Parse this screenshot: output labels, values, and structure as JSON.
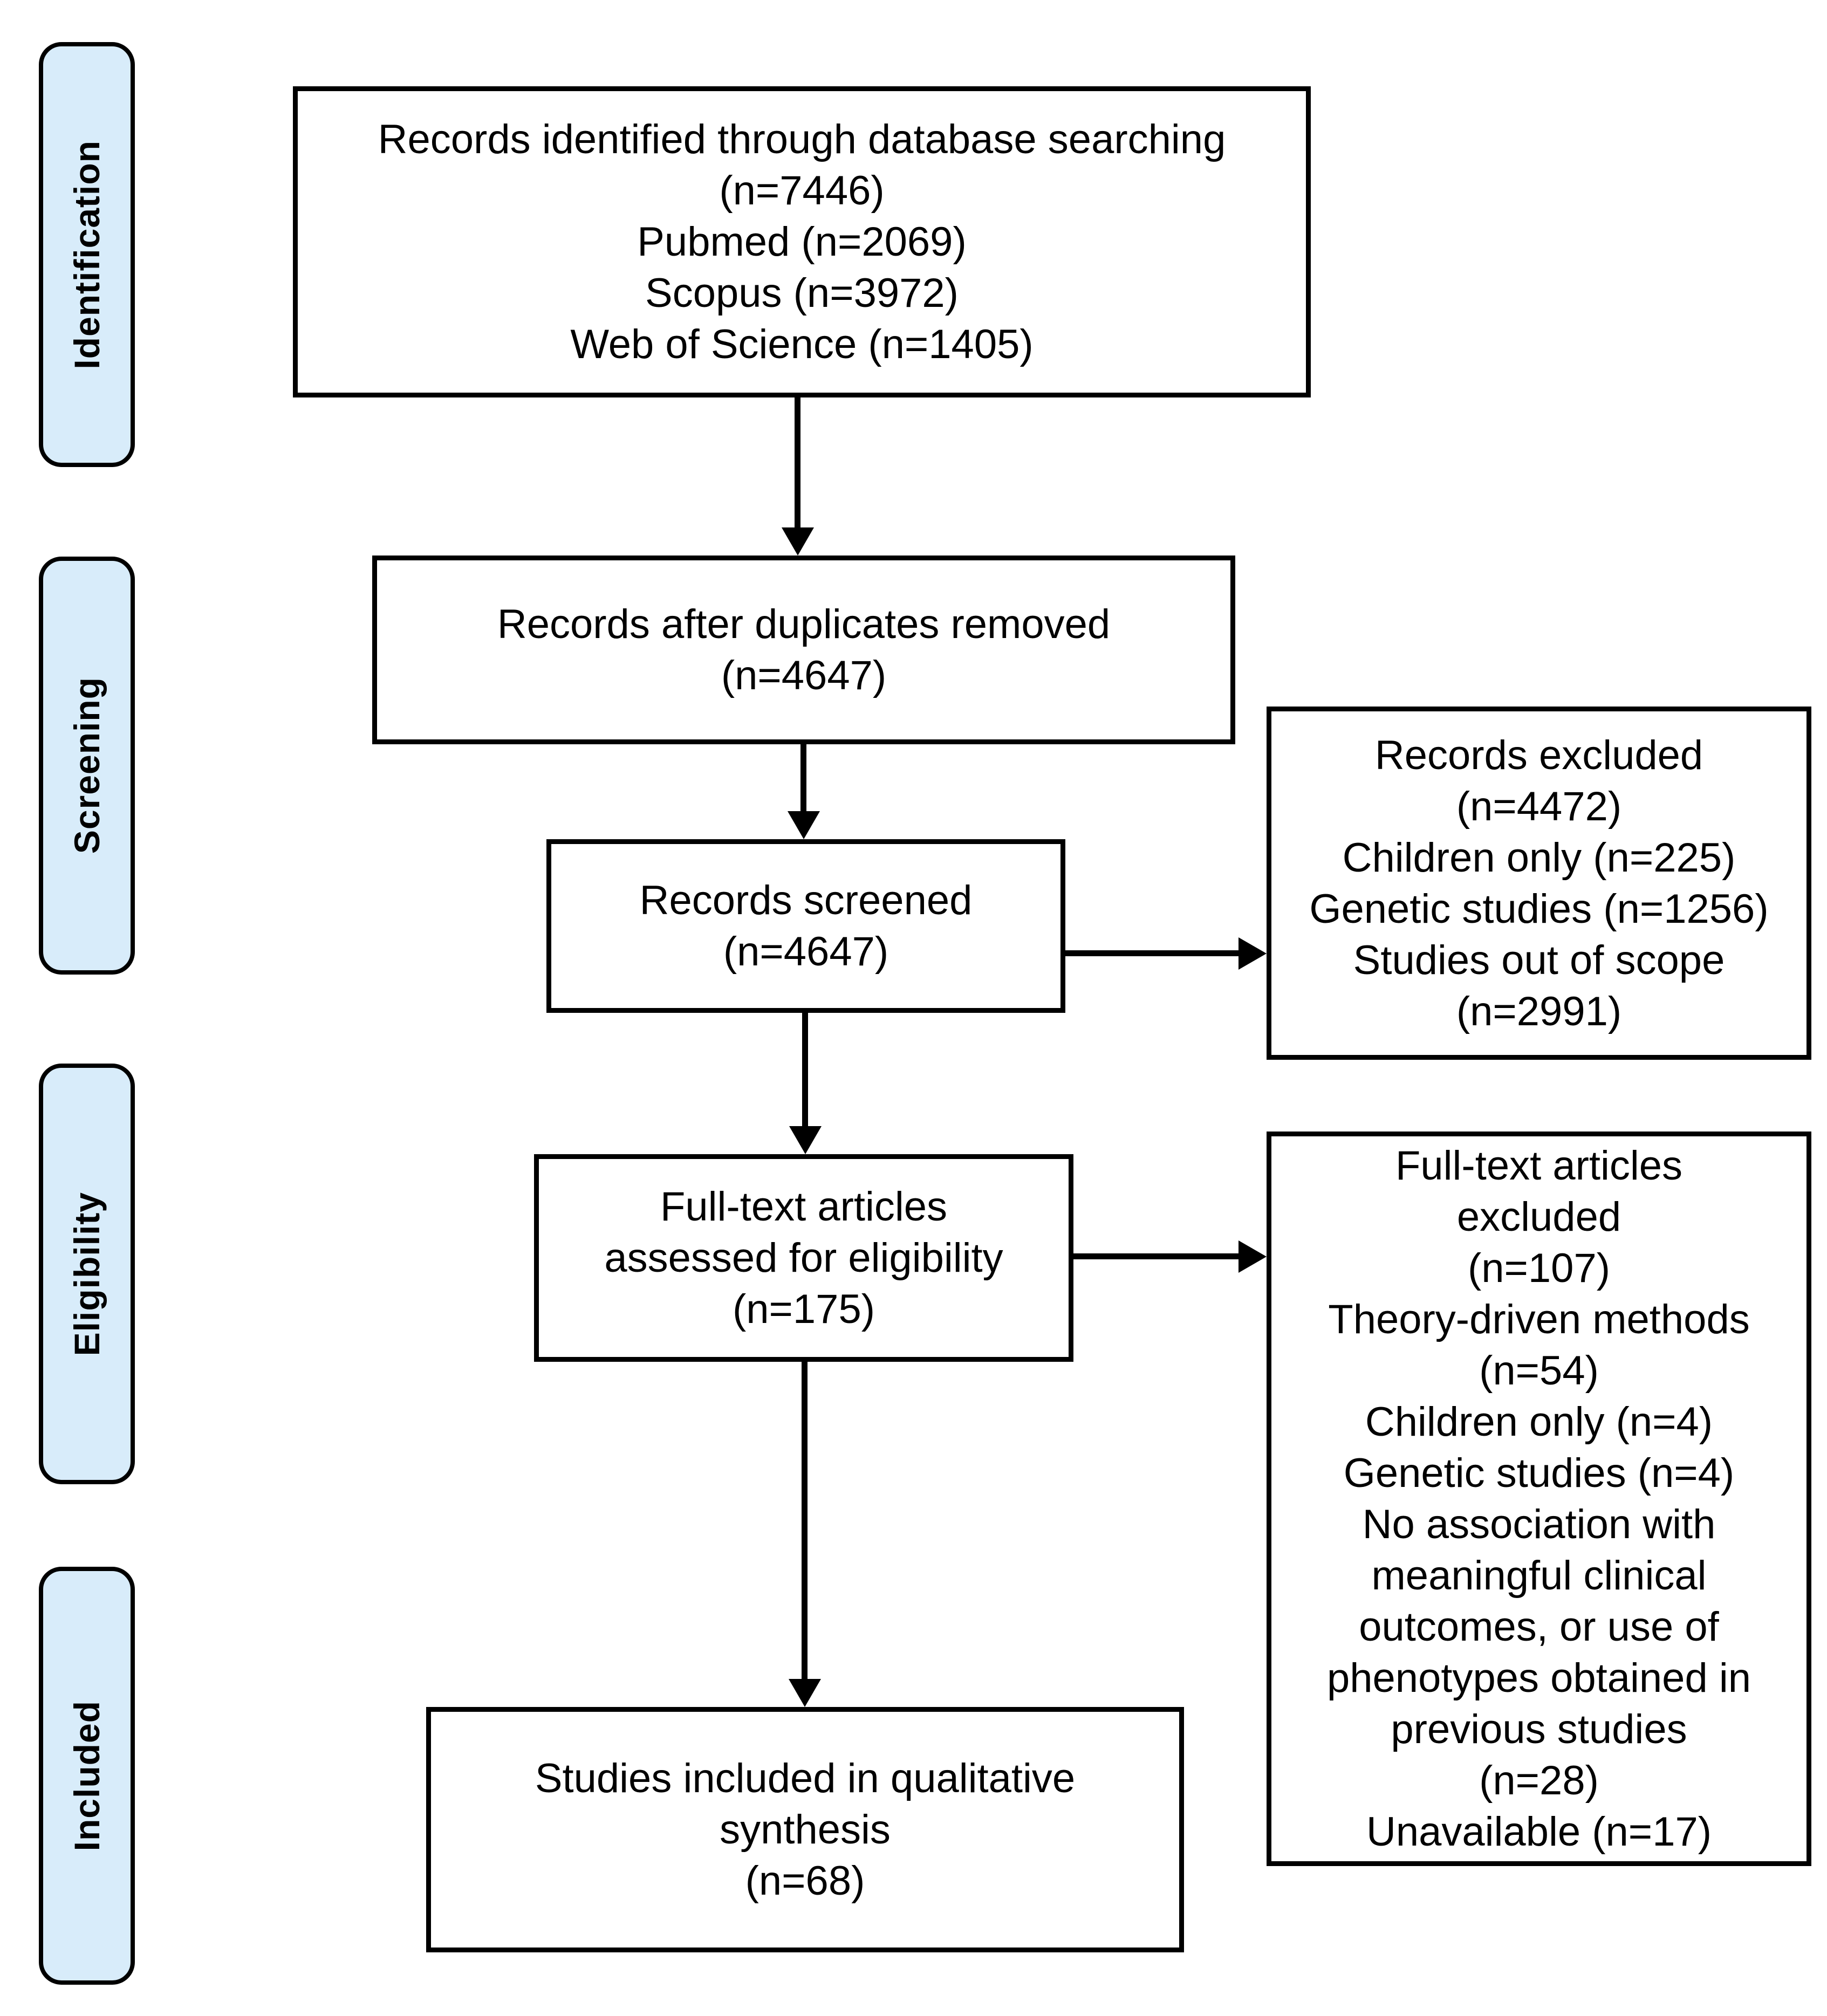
{
  "colors": {
    "stage_fill": "#d8ecfa",
    "stroke": "#000000",
    "box_fill": "#ffffff",
    "text": "#000000"
  },
  "stages": [
    {
      "label": "Identification"
    },
    {
      "label": "Screening"
    },
    {
      "label": "Eligibility"
    },
    {
      "label": "Included"
    }
  ],
  "boxes": {
    "identified": {
      "lines": [
        "Records identified through database searching",
        "(n=7446)",
        "Pubmed (n=2069)",
        "Scopus (n=3972)",
        "Web of Science (n=1405)"
      ]
    },
    "duplicates_removed": {
      "lines": [
        "Records after duplicates removed",
        "(n=4647)"
      ]
    },
    "screened": {
      "lines": [
        "Records screened",
        "(n=4647)"
      ]
    },
    "records_excluded": {
      "lines": [
        "Records excluded",
        "(n=4472)",
        "Children only (n=225)",
        "Genetic studies (n=1256)",
        "Studies out of scope",
        "(n=2991)"
      ]
    },
    "fulltext_assessed": {
      "lines": [
        "Full-text articles",
        "assessed for eligibility",
        "(n=175)"
      ]
    },
    "fulltext_excluded": {
      "lines": [
        "Full-text articles",
        "excluded",
        "(n=107)",
        "Theory-driven methods",
        "(n=54)",
        "Children only (n=4)",
        "Genetic studies (n=4)",
        "No association with",
        "meaningful clinical",
        "outcomes, or use of",
        "phenotypes obtained in",
        "previous studies",
        "(n=28)",
        "Unavailable (n=17)"
      ]
    },
    "qualitative_synthesis": {
      "lines": [
        "Studies included in qualitative",
        "synthesis",
        "(n=68)"
      ]
    }
  }
}
